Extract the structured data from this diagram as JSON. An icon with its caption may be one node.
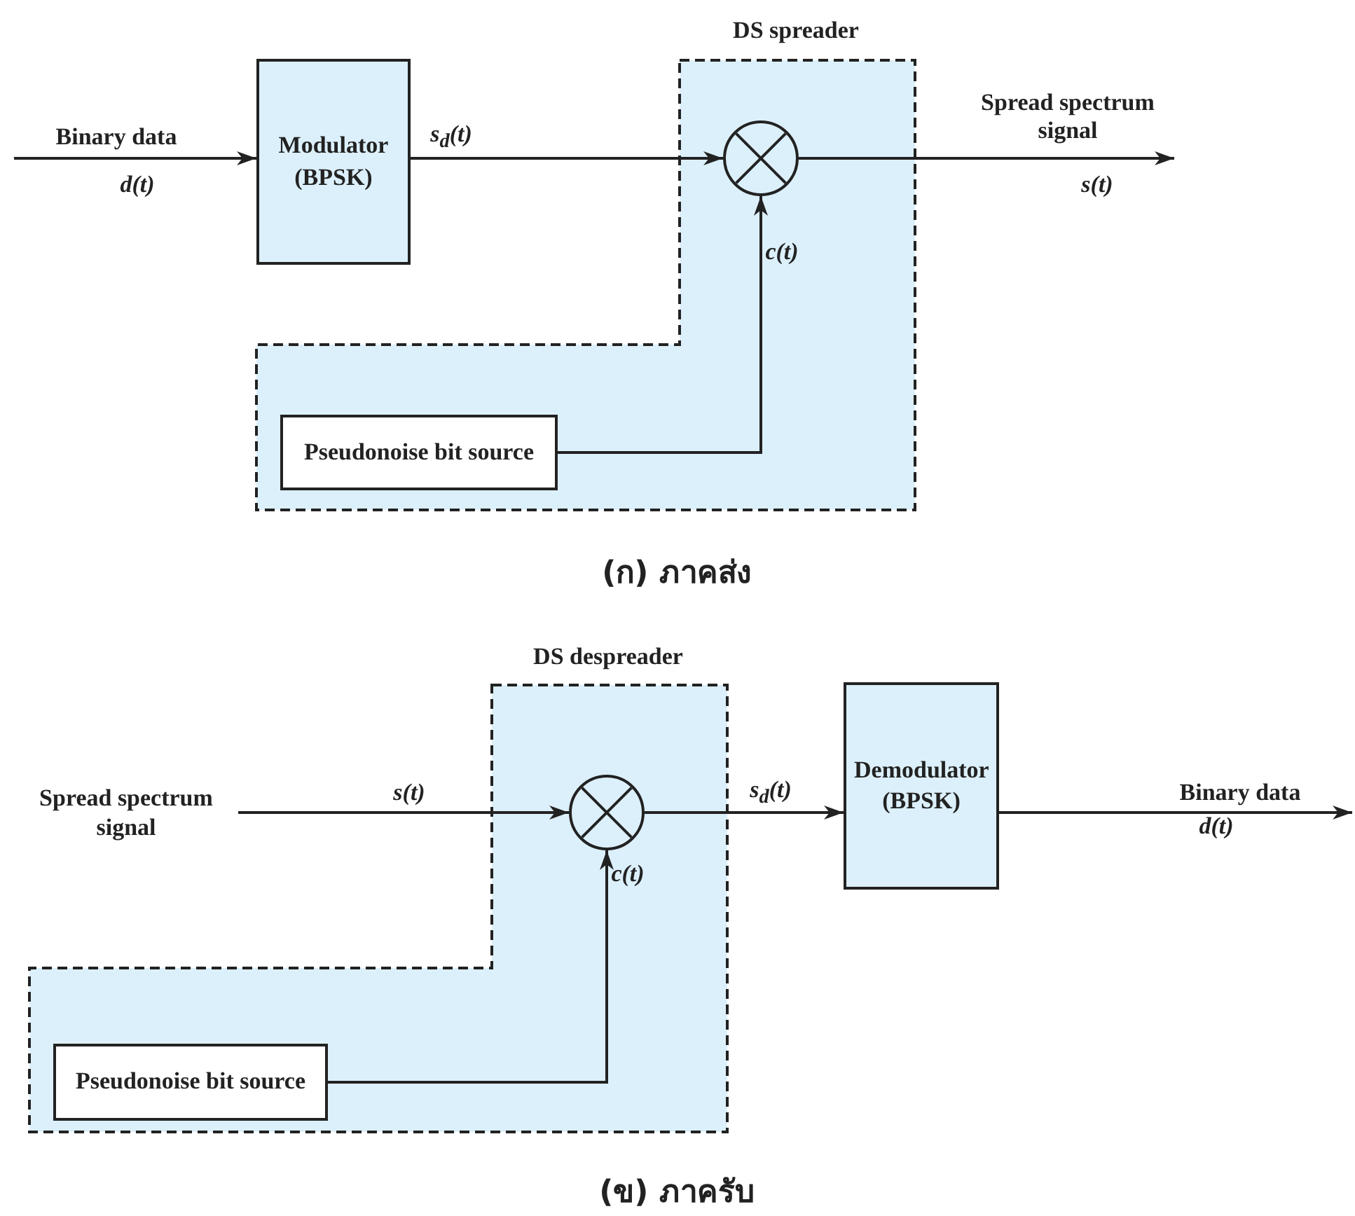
{
  "diagram": {
    "nodes": [
      {
        "text": [
          "Modulator (BPSK)"
        ]
      },
      {
        "text": [
          "DS spreader"
        ]
      },
      {
        "text": [],
        "shape": "circle",
        "in": 1
      },
      {
        "text": [
          "Pseudonoise bit source"
        ],
        "in": 1
      },
      {
        "text": [
          "Spread spectrum signal"
        ]
      },
      {
        "text": [
          "DS despreader"
        ]
      },
      {
        "text": [],
        "shape": "circle",
        "in": 5
      },
      {
        "text": [
          "Pseudonoise bit source"
        ],
        "in": 5
      },
      {
        "text": [
          "Demodulator (BPSK)"
        ]
      }
    ],
    "edges": [
      {
        "from": null,
        "to": 0,
        "arrow": "to",
        "label": "Binary data"
      },
      {
        "from": 0,
        "to": 2,
        "arrow": "to",
        "label": "s$_{d}$(t)"
      },
      {
        "from": 2,
        "to": null,
        "arrow": "to",
        "label": "Spread spectrum signal"
      },
      {
        "from": 3,
        "to": 2,
        "arrow": "to",
        "label": "c(t)"
      },
      {
        "from": 4,
        "to": 6,
        "arrow": "to",
        "label": "s(t)"
      },
      {
        "from": 6,
        "to": 8,
        "arrow": "to",
        "label": "s$_{d}$(t)"
      },
      {
        "from": 7,
        "to": 6,
        "arrow": "to",
        "label": "c(t)"
      },
      {
        "from": 8,
        "to": null,
        "arrow": "to",
        "label": "Binary data"
      }
    ],
    "labels": [
      "d(t)",
      "s(t)",
      "(ก) ภาคส่ง",
      "d(t)",
      "(ข) ภาครับ"
    ]
  }
}
